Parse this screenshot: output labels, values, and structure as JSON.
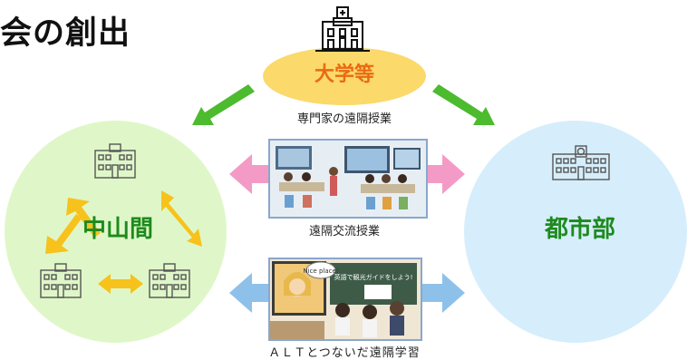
{
  "title": "会の創出",
  "university": {
    "label": "大学等",
    "icon": "university-building-icon"
  },
  "rural": {
    "label": "中山間",
    "icon": "school-building-icon"
  },
  "urban": {
    "label": "都市部",
    "icon": "school-building-icon"
  },
  "captions": {
    "expert_remote_class": "専門家の遠隔授業",
    "remote_exchange_class": "遠隔交流授業",
    "alt_remote_learning": "ＡＬＴとつないだ遠隔学習"
  },
  "scene_alt": {
    "bubble1": "Nice place!",
    "board": "英語で観光ガイドをしよう!"
  },
  "colors": {
    "green_arrow": "#4cbb2e",
    "pink_arrow": "#f39bc6",
    "blue_arrow": "#8ec1ea",
    "yellow_arrow": "#f7c21c",
    "univ_oval": "#fbd96a",
    "univ_text": "#ea6a13",
    "region_text": "#1e8a1e",
    "rural_bg": "#dff7c8",
    "urban_bg": "#d6eefb"
  }
}
